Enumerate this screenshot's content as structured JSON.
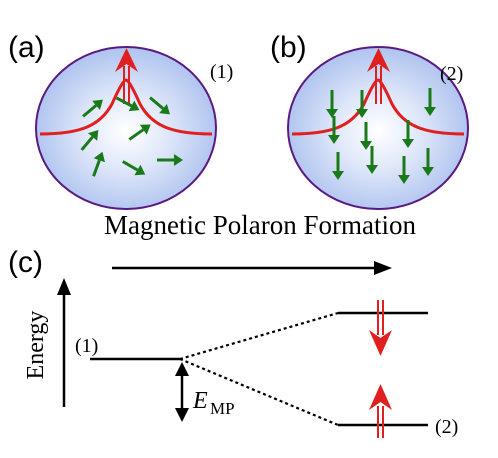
{
  "panels": {
    "a": {
      "label": "(a)",
      "state": "(1)"
    },
    "b": {
      "label": "(b)",
      "state": "(2)"
    },
    "c": {
      "label": "(c)"
    }
  },
  "formation_title": "Magnetic Polaron Formation",
  "energy_diagram": {
    "axis_label": "Energy",
    "level_labels": {
      "initial": "(1)",
      "final": "(2)"
    },
    "binding_energy": {
      "symbol": "E",
      "subscript": "MP"
    }
  },
  "colors": {
    "sphere_fill": "#b9ccf2",
    "sphere_edge": "#5a1a82",
    "spin": "#1a7a1a",
    "carrier": "#e02020",
    "lines": "#000000"
  }
}
